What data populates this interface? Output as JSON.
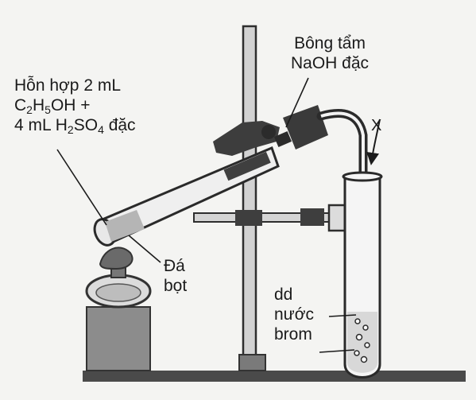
{
  "labels": {
    "mixture_line1": "Hỗn hợp 2 mL",
    "mixture_line2": {
      "c": "C",
      "c_sub": "2",
      "h": "H",
      "h_sub": "5",
      "rest": "OH +"
    },
    "mixture_line3": {
      "prefix": "4 mL ",
      "h": "H",
      "h_sub": "2",
      "so": "SO",
      "so_sub": "4",
      "suffix": " đặc"
    },
    "cotton_line1": "Bông tẩm",
    "cotton_line2": "NaOH đặc",
    "stones_line1": "Đá",
    "stones_line2": "bọt",
    "bromine_line1": "dd",
    "bromine_line2": "nước",
    "bromine_line3": "brom",
    "gas_x": "X"
  },
  "colors": {
    "ink": "#1b1b1b",
    "metal": "#4a4a4a",
    "glass": "#8a8a8a",
    "background": "#f4f4f2"
  }
}
